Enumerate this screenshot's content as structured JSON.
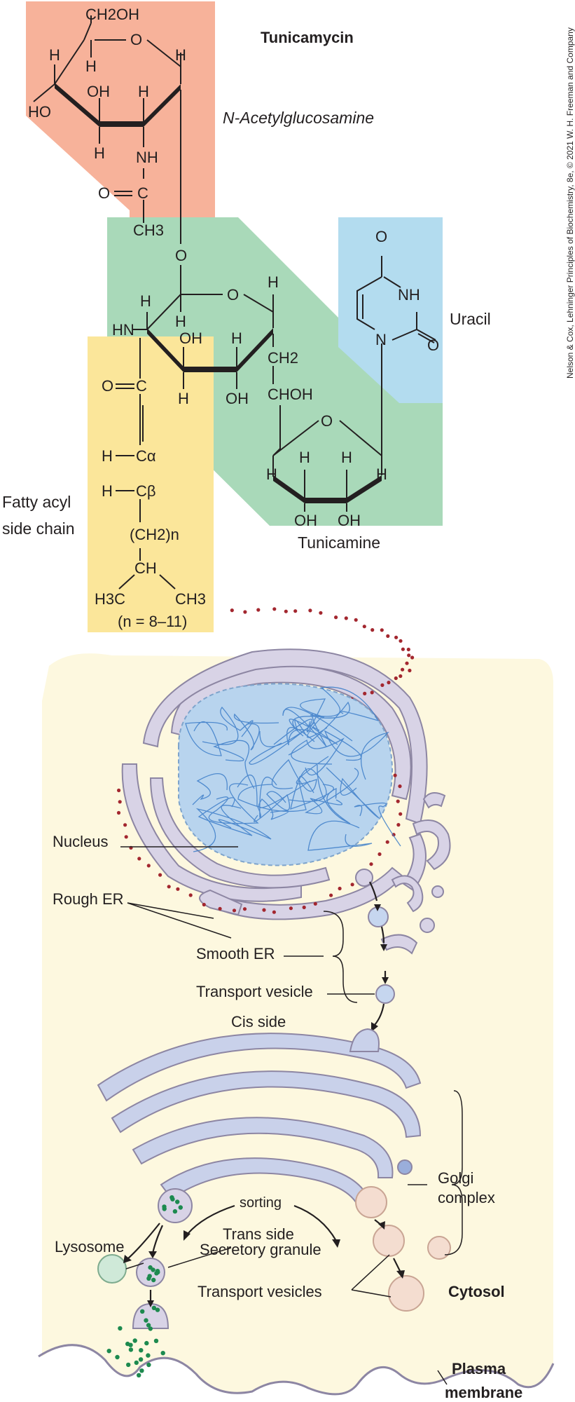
{
  "structure": {
    "title": "Tunicamycin",
    "credit": "Nelson & Cox, Lehninger Principles of Biochemistry, 8e, © 2021 W. H. Freeman and Company",
    "regions": {
      "nag": "N-Acetylglucosamine",
      "uracil": "Uracil",
      "tunicamine": "Tunicamine",
      "fatty_line1": "Fatty acyl",
      "fatty_line2": "side chain"
    },
    "atoms": {
      "ch2oh": "CH2OH",
      "ho": "HO",
      "oh": "OH",
      "h": "H",
      "o": "O",
      "nh": "NH",
      "hn": "HN",
      "n": "N",
      "c": "C",
      "ch3": "CH3",
      "ch2": "CH2",
      "chohlabel": "CHOH",
      "calpha": "Cα",
      "cbeta": "Cβ",
      "ch2n": "(CH2)n",
      "ch": "CH",
      "h3c": "H3C",
      "ncount": "(n = 8–11)"
    },
    "colors": {
      "nag": "#f7b29a",
      "tunicamine": "#a9d9b9",
      "uracil": "#b3dcef",
      "fatty": "#fbe69a"
    }
  },
  "cell": {
    "labels": {
      "nucleus": "Nucleus",
      "rough_er": "Rough ER",
      "smooth_er": "Smooth ER",
      "transport_vesicle": "Transport vesicle",
      "cis_side": "Cis side",
      "golgi_line1": "Golgi",
      "golgi_line2": "complex",
      "sorting": "sorting",
      "trans_side": "Trans side",
      "lysosome": "Lysosome",
      "secretory_granule": "Secretory granule",
      "transport_vesicles": "Transport vesicles",
      "cytosol": "Cytosol",
      "plasma_line1": "Plasma",
      "plasma_line2": "membrane"
    },
    "colors": {
      "cytosol": "#fdf8df",
      "membrane": "#d8d3e6",
      "membrane_stroke": "#8d86a3",
      "nucleus": "#b8d4ee",
      "chromatin": "#3d7ec9",
      "ribosome": "#a3272f",
      "golgi": "#c9d1ea",
      "lysosome": "#cfe9d8",
      "secretory": "#1d8a4f",
      "trans_vesicle": "#f4ddd0"
    }
  }
}
